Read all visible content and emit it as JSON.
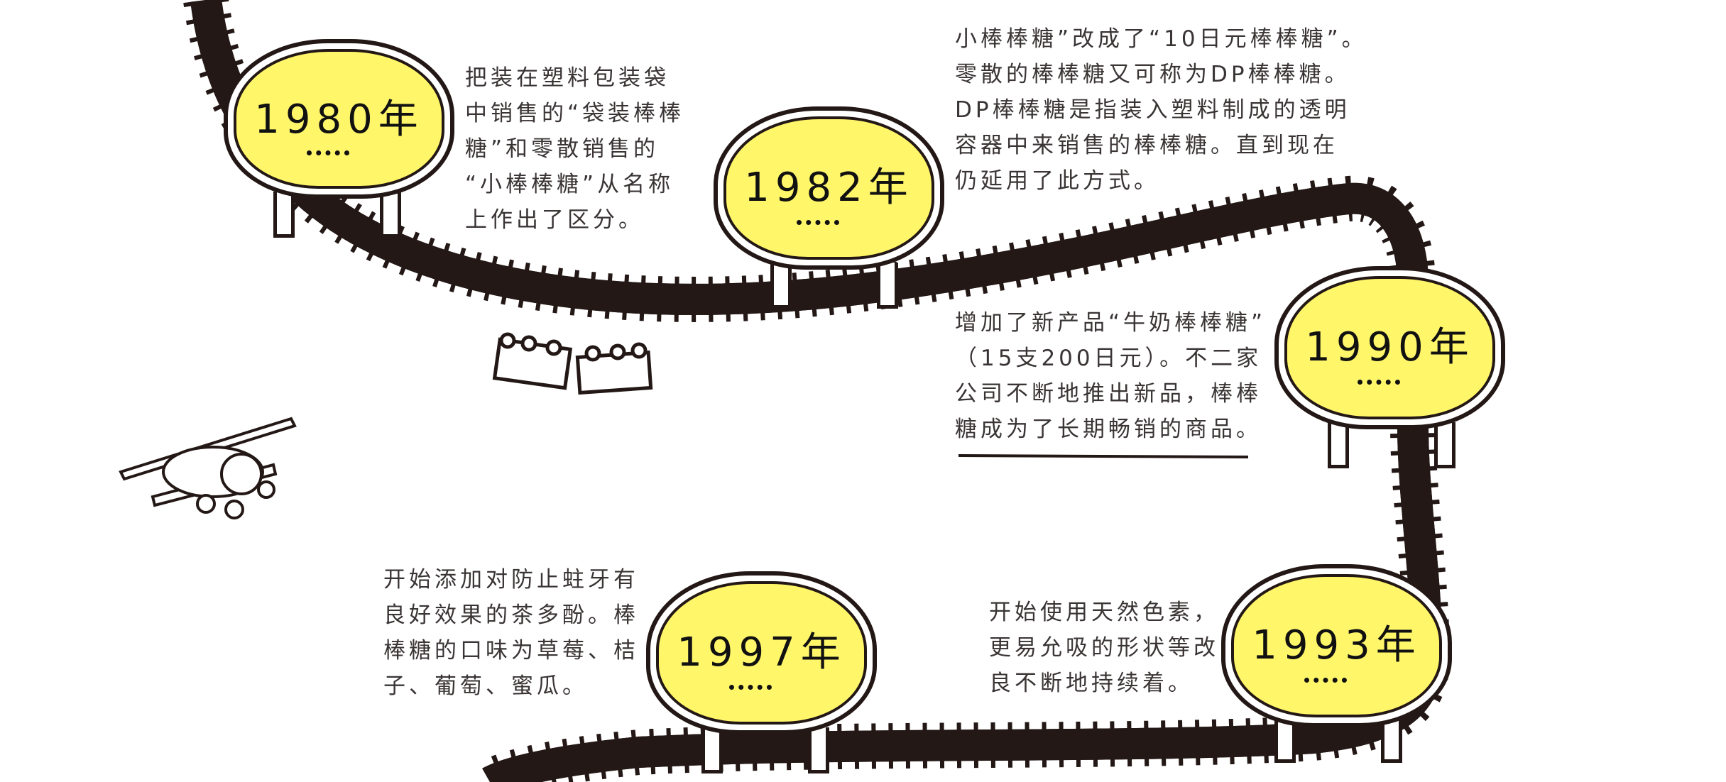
{
  "timeline": [
    {
      "year": "1980年",
      "lines": [
        "把装在塑料包装袋",
        "中销售的“袋装棒棒",
        "糖”和零散销售的",
        "“小棒棒糖”从名称",
        "上作出了区分。"
      ]
    },
    {
      "year": "1982年",
      "lines": [
        "小棒棒糖”改成了“10日元棒棒糖”。",
        "零散的棒棒糖又可称为DP棒棒糖。",
        "DP棒棒糖是指装入塑料制成的透明",
        "容器中来销售的棒棒糖。直到现在",
        "仍延用了此方式。"
      ]
    },
    {
      "year": "1990年",
      "lines": [
        "增加了新产品“牛奶棒棒糖”",
        "（15支200日元）。不二家",
        "公司不断地推出新品，棒棒",
        "糖成为了长期畅销的商品。"
      ]
    },
    {
      "year": "1993年",
      "lines": [
        "开始使用天然色素，",
        "更易允吸的形状等改",
        "良不断地持续着。"
      ]
    },
    {
      "year": "1997年",
      "lines": [
        "开始添加对防止蛀牙有",
        "良好效果的茶多酚。棒",
        "棒糖的口味为草莓、桔",
        "子、葡萄、蜜瓜。"
      ]
    }
  ],
  "colors": {
    "sign_fill": "#fff66a",
    "ink": "#231815",
    "text": "#3a3434"
  }
}
